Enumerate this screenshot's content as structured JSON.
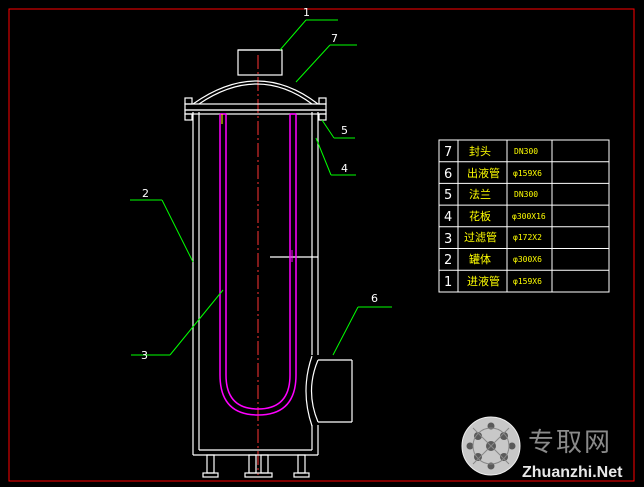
{
  "callouts": [
    "1",
    "7",
    "5",
    "4",
    "2",
    "3",
    "6"
  ],
  "parts_table": {
    "rows": [
      {
        "no": "7",
        "name": "封头",
        "spec": "DN300"
      },
      {
        "no": "6",
        "name": "出液管",
        "spec": "φ159X6"
      },
      {
        "no": "5",
        "name": "法兰",
        "spec": "DN300"
      },
      {
        "no": "4",
        "name": "花板",
        "spec": "φ300X16"
      },
      {
        "no": "3",
        "name": "过滤管",
        "spec": "φ172X2"
      },
      {
        "no": "2",
        "name": "罐体",
        "spec": "φ300X6"
      },
      {
        "no": "1",
        "name": "进液管",
        "spec": "φ159X6"
      }
    ]
  },
  "watermark": {
    "cn": "专取网",
    "en": "Zhuanzhi.Net"
  },
  "colors": {
    "background": "#000000",
    "outline": "#ff0000",
    "vessel": "#ffffff",
    "filter": "#ff00ff",
    "leader": "#00ff00",
    "text": "#ffffff",
    "table_text": "#ffff00"
  }
}
